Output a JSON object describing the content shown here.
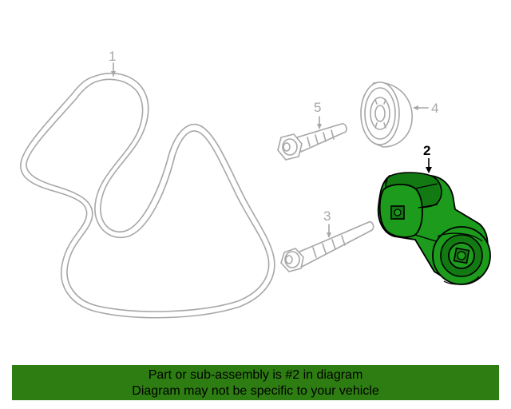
{
  "diagram": {
    "callouts": [
      {
        "id": "1",
        "label": "1",
        "highlighted": false
      },
      {
        "id": "2",
        "label": "2",
        "highlighted": true
      },
      {
        "id": "3",
        "label": "3",
        "highlighted": false
      },
      {
        "id": "4",
        "label": "4",
        "highlighted": false
      },
      {
        "id": "5",
        "label": "5",
        "highlighted": false
      }
    ],
    "parts": [
      {
        "id": "belt",
        "icon": "serpentine-belt-icon"
      },
      {
        "id": "tensioner",
        "icon": "belt-tensioner-icon"
      },
      {
        "id": "long-bolt",
        "icon": "bolt-icon"
      },
      {
        "id": "idler-pulley",
        "icon": "pulley-icon"
      },
      {
        "id": "short-bolt",
        "icon": "bolt-icon"
      }
    ]
  },
  "banner": {
    "line1": "Part or sub-assembly is #2 in diagram",
    "line2": "Diagram may not be specific to your vehicle"
  },
  "colors": {
    "highlight": "#1c9b1c",
    "banner": "#2e7d12",
    "ghost": "#a7a7a7"
  }
}
